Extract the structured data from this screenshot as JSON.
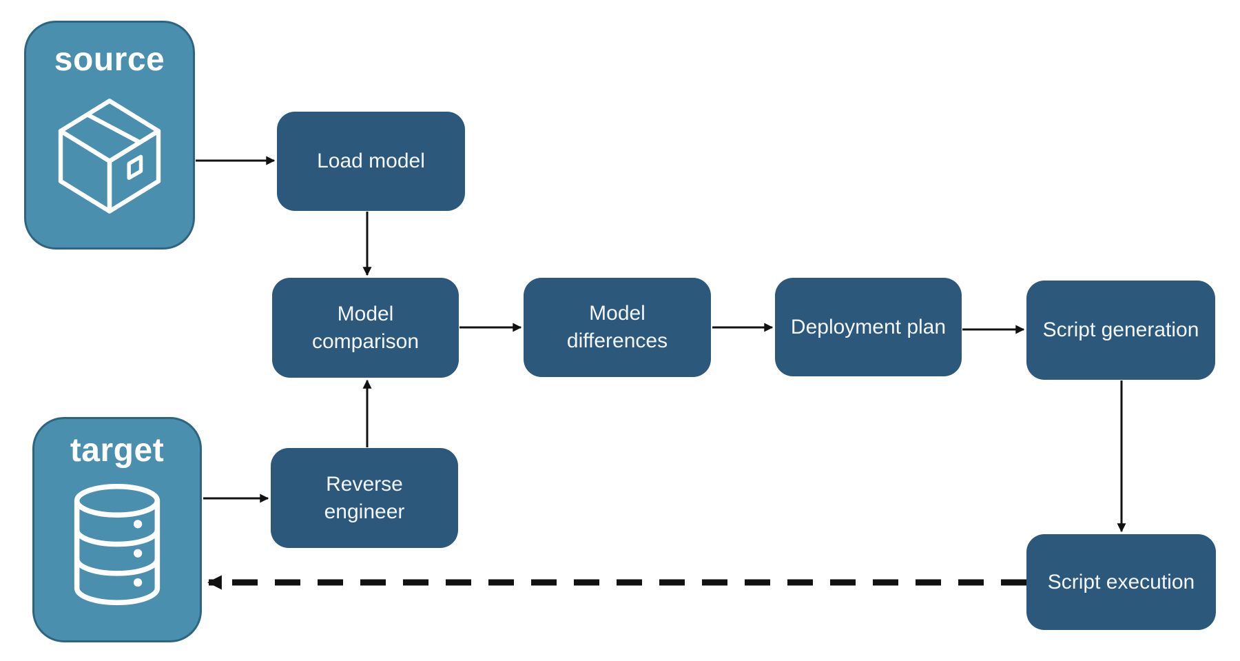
{
  "colors": {
    "background": "#ffffff",
    "entity_fill": "#4A8FAD",
    "entity_border": "#2D6480",
    "process_fill": "#2C587B",
    "text_light": "#F2F6F8",
    "arrow": "#111111"
  },
  "nodes": {
    "source": {
      "label": "source",
      "icon": "package-icon"
    },
    "target": {
      "label": "target",
      "icon": "database-icon"
    },
    "load_model": {
      "label": "Load model"
    },
    "model_comparison": {
      "label": "Model comparison"
    },
    "model_differences": {
      "label": "Model differences"
    },
    "deployment_plan": {
      "label": "Deployment plan"
    },
    "script_generation": {
      "label": "Script generation"
    },
    "reverse_engineer": {
      "label": "Reverse engineer"
    },
    "script_execution": {
      "label": "Script execution"
    }
  },
  "edges": [
    {
      "from": "source",
      "to": "load_model",
      "style": "solid"
    },
    {
      "from": "load_model",
      "to": "model_comparison",
      "style": "solid"
    },
    {
      "from": "reverse_engineer",
      "to": "model_comparison",
      "style": "solid"
    },
    {
      "from": "model_comparison",
      "to": "model_differences",
      "style": "solid"
    },
    {
      "from": "model_differences",
      "to": "deployment_plan",
      "style": "solid"
    },
    {
      "from": "deployment_plan",
      "to": "script_generation",
      "style": "solid"
    },
    {
      "from": "target",
      "to": "reverse_engineer",
      "style": "solid"
    },
    {
      "from": "script_generation",
      "to": "script_execution",
      "style": "solid"
    },
    {
      "from": "script_execution",
      "to": "target",
      "style": "dashed"
    }
  ]
}
